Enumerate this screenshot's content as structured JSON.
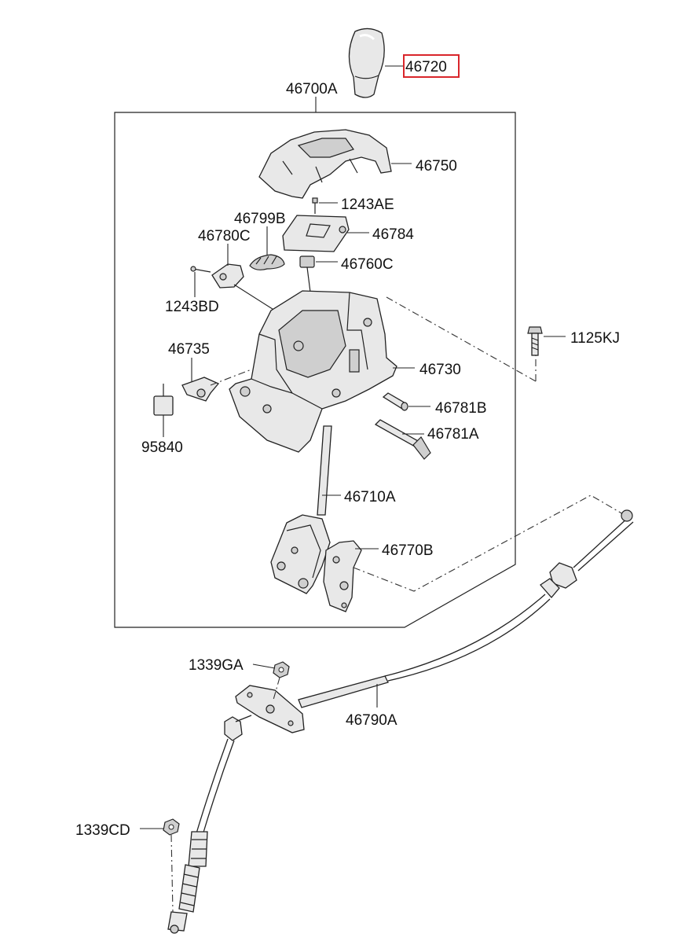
{
  "callouts": [
    {
      "id": "46720",
      "text": "46720",
      "highlighted": true
    },
    {
      "id": "46700A",
      "text": "46700A"
    },
    {
      "id": "46750",
      "text": "46750"
    },
    {
      "id": "1243AE",
      "text": "1243AE"
    },
    {
      "id": "46799B",
      "text": "46799B"
    },
    {
      "id": "46784",
      "text": "46784"
    },
    {
      "id": "46780C",
      "text": "46780C"
    },
    {
      "id": "46760C",
      "text": "46760C"
    },
    {
      "id": "1243BD",
      "text": "1243BD"
    },
    {
      "id": "1125KJ",
      "text": "1125KJ"
    },
    {
      "id": "46735",
      "text": "46735"
    },
    {
      "id": "46730",
      "text": "46730"
    },
    {
      "id": "46781B",
      "text": "46781B"
    },
    {
      "id": "46781A",
      "text": "46781A"
    },
    {
      "id": "95840",
      "text": "95840"
    },
    {
      "id": "46710A",
      "text": "46710A"
    },
    {
      "id": "46770B",
      "text": "46770B"
    },
    {
      "id": "1339GA",
      "text": "1339GA"
    },
    {
      "id": "46790A",
      "text": "46790A"
    },
    {
      "id": "1339CD",
      "text": "1339CD"
    }
  ],
  "colors": {
    "highlight": "#d9262b",
    "line": "#222222",
    "background": "#ffffff"
  }
}
